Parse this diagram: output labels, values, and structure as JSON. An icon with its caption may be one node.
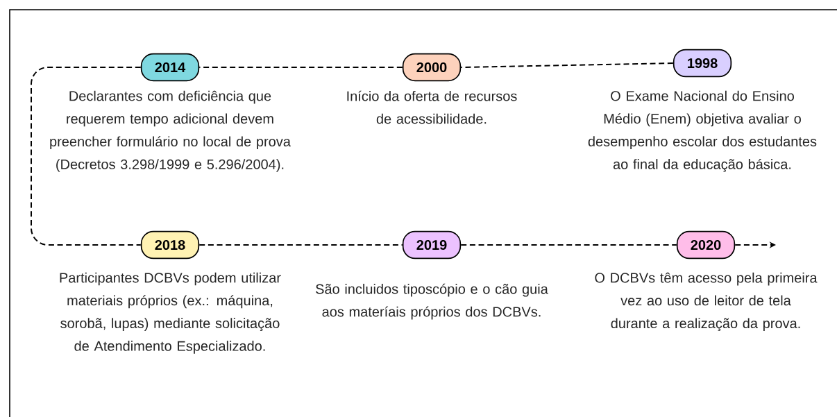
{
  "diagram": {
    "nodes": [
      {
        "text": [
          "2014",
          "Declarantes com deficiência que requerem tempo adicional devem preencher formulário no local de prova (Decretos 3.298/1999 e 5.296/2004)."
        ]
      },
      {
        "text": [
          "2000",
          "Início da oferta de recursos de acessibilidade."
        ]
      },
      {
        "text": [
          "1998",
          "O Exame Nacional do Ensino Médio (Enem) objetiva avaliar o desempenho escolar dos estudantes ao final da educação básica."
        ]
      },
      {
        "text": [
          "2018",
          "Participantes DCBVs podem utilizar materiais próprios (ex.: máquina, sorobã, lupas) mediante solicitação de Atendimento Especializado."
        ]
      },
      {
        "text": [
          "2019",
          "São incluidos tiposcópio e o cão guia aos materíais próprios dos DCBVs."
        ]
      },
      {
        "text": [
          "2020",
          "O DCBVs têm acesso pela primeira vez ao uso de leitor de tela durante a realização da prova."
        ]
      }
    ],
    "edges": [
      {
        "from": 2,
        "to": 1,
        "arrow": "none",
        "style": "dashed"
      },
      {
        "from": 1,
        "to": 0,
        "arrow": "none",
        "style": "dashed"
      },
      {
        "from": 0,
        "to": 3,
        "arrow": "none",
        "style": "dashed"
      },
      {
        "from": 3,
        "to": 4,
        "arrow": "none",
        "style": "dashed"
      },
      {
        "from": 4,
        "to": 5,
        "arrow": "none",
        "style": "dashed"
      },
      {
        "from": 5,
        "to": null,
        "arrow": "to",
        "style": "dashed"
      }
    ]
  }
}
